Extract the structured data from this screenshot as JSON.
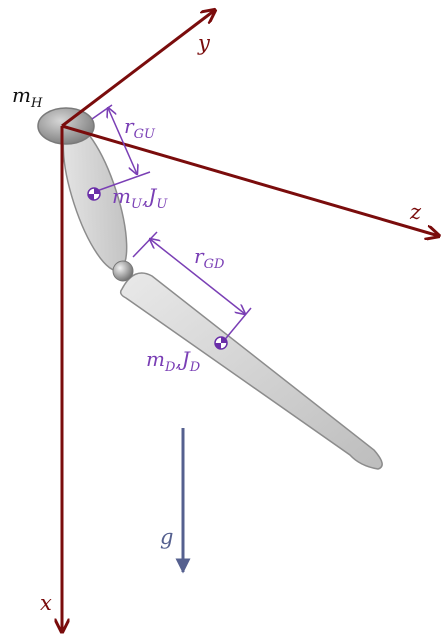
{
  "axes": {
    "x": "x",
    "y": "y",
    "z": "z"
  },
  "gravity": "g",
  "hip": {
    "symbol": "m",
    "sub": "H"
  },
  "upper_leg": {
    "mass_symbol": "m",
    "mass_sub": "U",
    "separator": ",",
    "inertia_symbol": "J",
    "inertia_sub": "U",
    "distance_symbol": "r",
    "distance_sub": "GU"
  },
  "lower_leg": {
    "mass_symbol": "m",
    "mass_sub": "D",
    "separator": ",",
    "inertia_symbol": "J",
    "inertia_sub": "D",
    "distance_symbol": "r",
    "distance_sub": "GD"
  },
  "colors": {
    "axis": "#7a0c0c",
    "annotation": "#7a3fb5",
    "gravity": "#55608f",
    "segment_fill": "#d4d4d4",
    "segment_edge": "#8c8c8c"
  }
}
